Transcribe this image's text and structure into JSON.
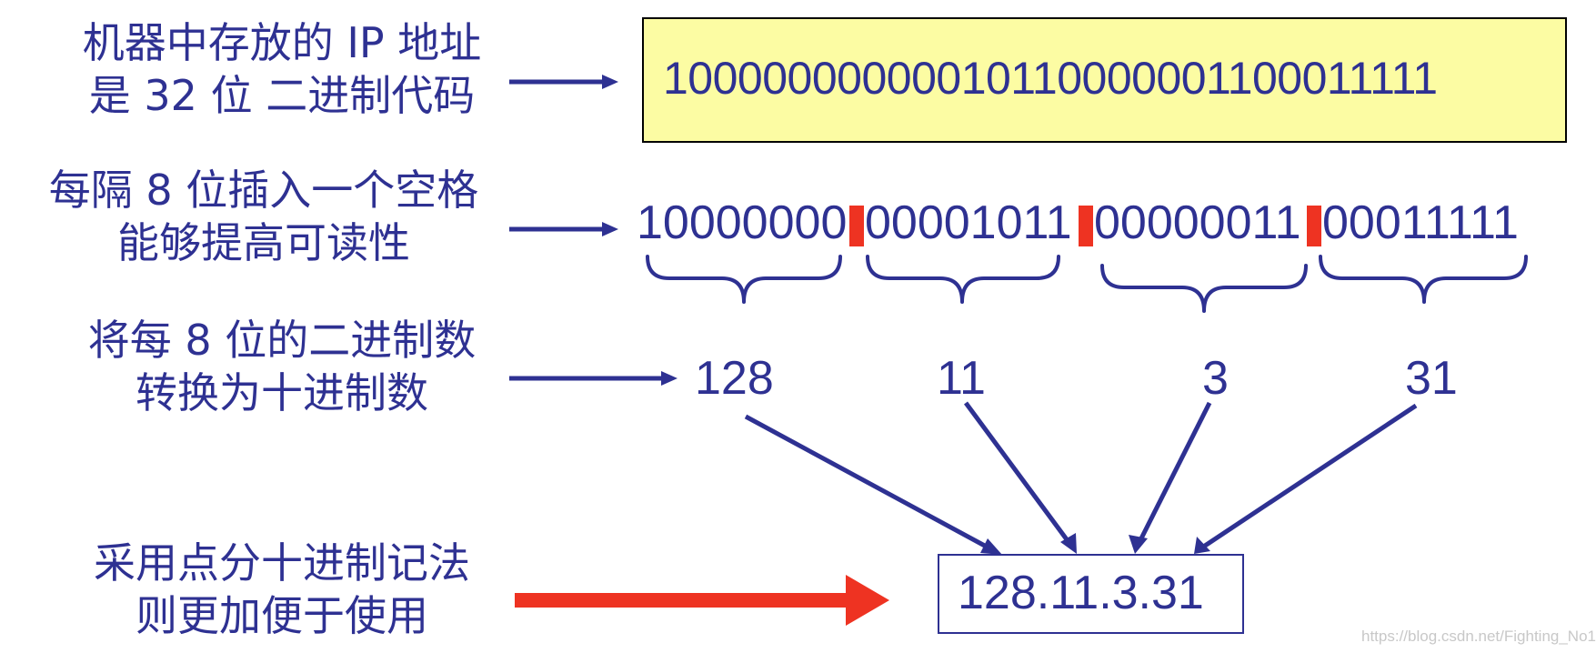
{
  "rows": [
    {
      "line1": "机器中存放的 IP 地址",
      "line2": "是 32 位 二进制代码"
    },
    {
      "line1": "每隔 8 位插入一个空格",
      "line2": "能够提高可读性"
    },
    {
      "line1": "将每 8 位的二进制数",
      "line2": "转换为十进制数"
    },
    {
      "line1": "采用点分十进制记法",
      "line2": "则更加便于使用"
    }
  ],
  "binary_address": "10000000000010110000001100011111",
  "octets": [
    "10000000",
    "00001011",
    "00000011",
    "00011111"
  ],
  "decimals": [
    "128",
    "11",
    "3",
    "31"
  ],
  "dotted_decimal": "128.11.3.31",
  "watermark": "https://blog.csdn.net/Fighting_No1",
  "colors": {
    "text": "#2e3192",
    "highlight_box": "#fcfca3",
    "separator": "#ee3322",
    "big_arrow": "#ee3322",
    "watermark": "#c8c8c8"
  }
}
